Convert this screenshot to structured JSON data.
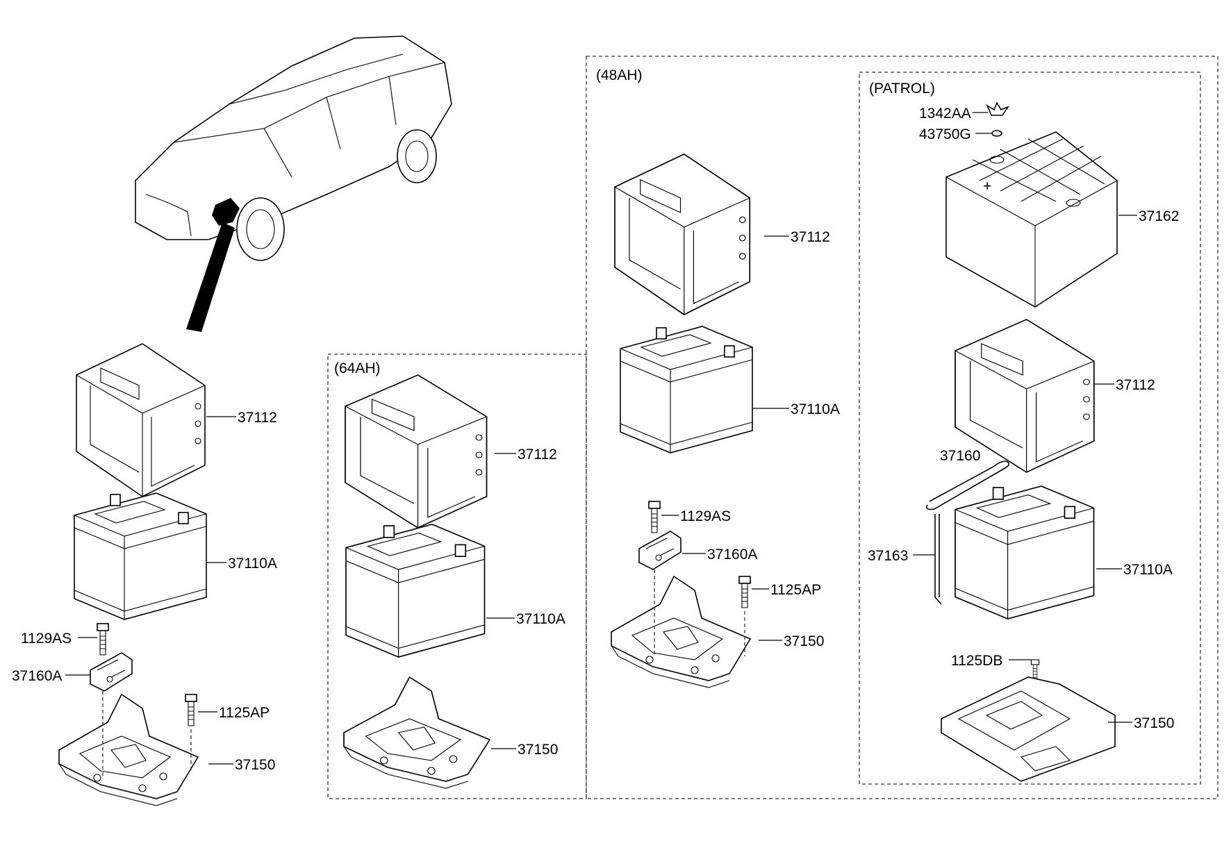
{
  "groups": {
    "g64": {
      "label": "(64AH)"
    },
    "g48": {
      "label": "(48AH)"
    },
    "patrol": {
      "label": "(PATROL)"
    }
  },
  "callouts": {
    "main": {
      "tray": "37112",
      "battery": "37110A",
      "bolt_clamp": "1129AS",
      "clamp": "37160A",
      "bolt_bracket": "1125AP",
      "bracket": "37150"
    },
    "g64": {
      "tray": "37112",
      "battery": "37110A",
      "bracket": "37150"
    },
    "g48": {
      "tray": "37112",
      "battery": "37110A",
      "bolt_clamp": "1129AS",
      "clamp": "37160A",
      "bolt_bracket": "1125AP",
      "bracket": "37150"
    },
    "patrol": {
      "nut": "1342AA",
      "washer": "43750G",
      "battery_top": "37162",
      "tray": "37112",
      "clamp_rod": "37160",
      "bolt_long": "37163",
      "battery": "37110A",
      "bolt": "1125DB",
      "bracket": "37150"
    }
  }
}
